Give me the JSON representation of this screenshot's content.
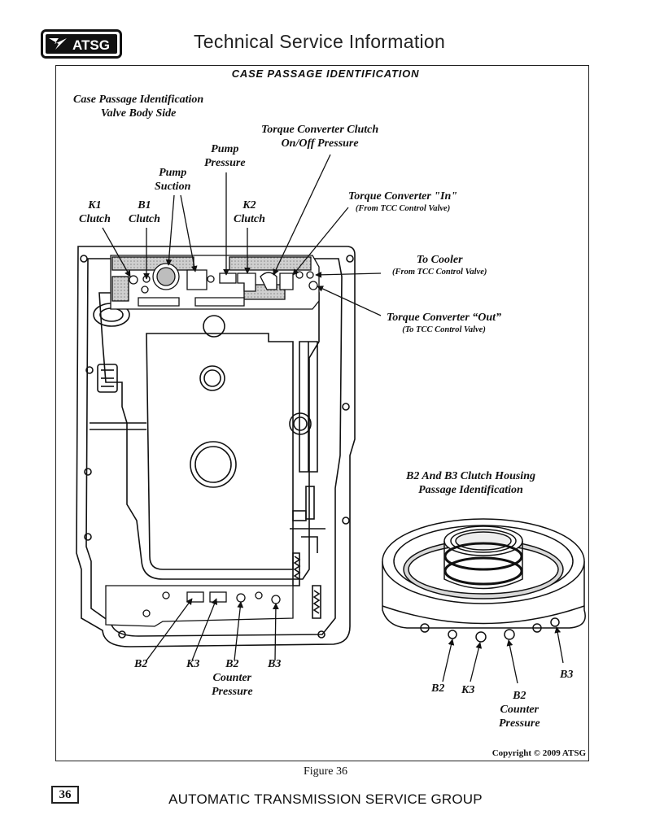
{
  "header": {
    "logo_text": "ATSG",
    "title": "Technical Service Information"
  },
  "figure": {
    "title": "CASE PASSAGE IDENTIFICATION",
    "caption": "Figure 36",
    "copyright": "Copyright © 2009 ATSG"
  },
  "case_view": {
    "heading": [
      "Case Passage Identification",
      "Valve Body Side"
    ],
    "labels": {
      "k1_clutch": [
        "K1",
        "Clutch"
      ],
      "b1_clutch": [
        "B1",
        "Clutch"
      ],
      "pump_suction": [
        "Pump",
        "Suction"
      ],
      "pump_pressure": [
        "Pump",
        "Pressure"
      ],
      "k2_clutch": [
        "K2",
        "Clutch"
      ],
      "tcc_onoff": [
        "Torque Converter Clutch",
        "On/Off Pressure"
      ],
      "tc_in": "Torque Converter \"In\"",
      "tc_in_sub": "(From TCC Control Valve)",
      "to_cooler": "To Cooler",
      "to_cooler_sub": "(From TCC Control Valve)",
      "tc_out": "Torque Converter “Out”",
      "tc_out_sub": "(To TCC Control Valve)",
      "b2": "B2",
      "k3": "K3",
      "b2_counter": [
        "B2",
        "Counter",
        "Pressure"
      ],
      "b3": "B3"
    }
  },
  "housing_view": {
    "heading": [
      "B2 And B3 Clutch Housing",
      "Passage Identification"
    ],
    "labels": {
      "b2": "B2",
      "k3": "K3",
      "b2_counter": [
        "B2",
        "Counter",
        "Pressure"
      ],
      "b3": "B3"
    }
  },
  "footer": {
    "page_number": "36",
    "org_name": "AUTOMATIC TRANSMISSION SERVICE GROUP"
  }
}
